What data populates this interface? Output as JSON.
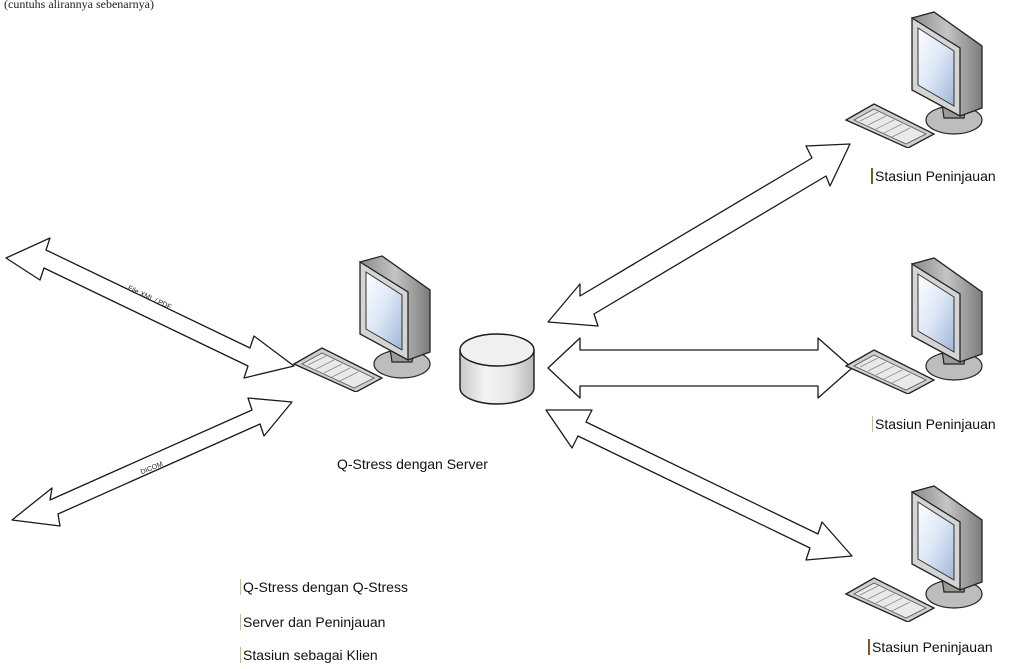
{
  "header_note": "(cuntuhs alirannya sebenarnya)",
  "center_label": "Q-Stress dengan Server",
  "arrow_labels": {
    "xml_pdf": "File XML / PDF",
    "dicom": "DICOM"
  },
  "stations": [
    {
      "label": "Stasiun Peninjauan"
    },
    {
      "label": "Stasiun Peninjauan"
    },
    {
      "label": "Stasiun Peninjauan"
    }
  ],
  "caption_lines": [
    "Q-Stress dengan Q-Stress",
    "Server dan Peninjauan",
    "Stasiun sebagai Klien"
  ],
  "colors": {
    "mark_dark": "#7a5a1e",
    "mark_light": "#d9b77a",
    "stroke": "#1a1a1a"
  }
}
